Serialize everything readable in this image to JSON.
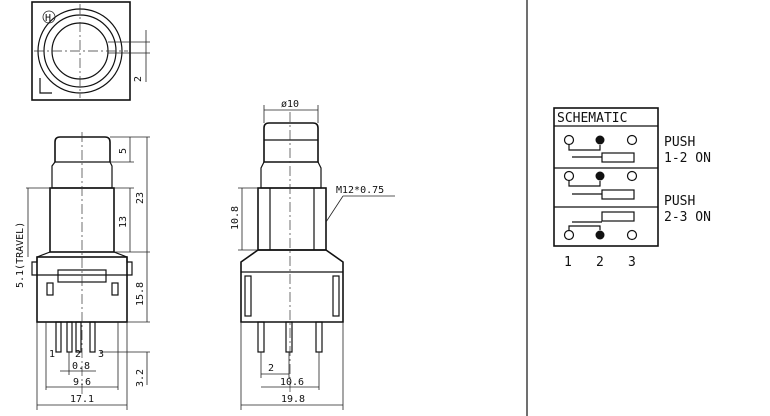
{
  "top_view": {
    "marker_h": "H",
    "marker_l": "L",
    "dim_2": "2"
  },
  "front_view": {
    "dim_5": "5",
    "dim_23": "23",
    "dim_13": "13",
    "dim_15_8": "15.8",
    "dim_3_2": "3.2",
    "travel": "5.1(TRAVEL)",
    "pin_labels": [
      "1",
      "2",
      "3"
    ],
    "dim_0_8": "0.8",
    "dim_9_6": "9.6",
    "dim_17_1": "17.1"
  },
  "side_view": {
    "dim_d10": "ø10",
    "thread": "M12*0.75",
    "dim_10_8": "10.8",
    "dim_2": "2",
    "dim_10_6": "10.6",
    "dim_19_8": "19.8"
  },
  "schematic": {
    "title": "SCHEMATIC",
    "state1": [
      "PUSH",
      "1-2 ON"
    ],
    "state2": [
      "PUSH",
      "2-3 ON"
    ],
    "pins": [
      "1",
      "2",
      "3"
    ]
  }
}
